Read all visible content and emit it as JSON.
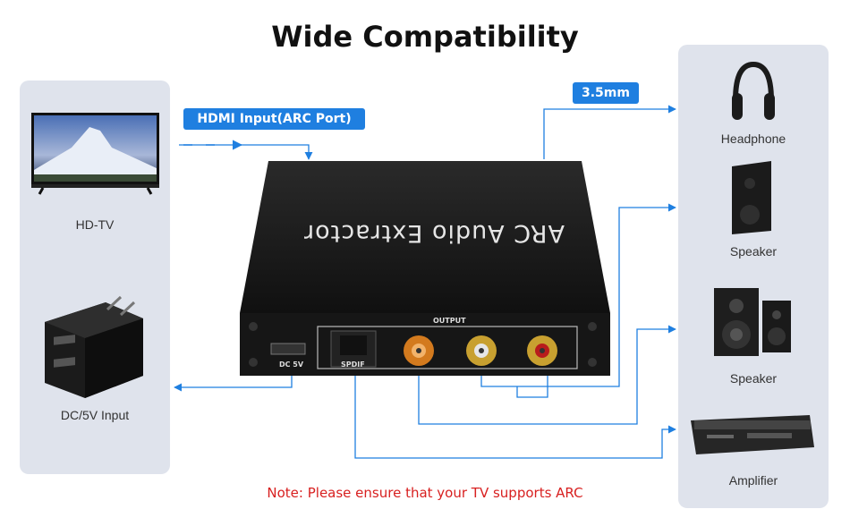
{
  "title": "Wide Compatibility",
  "left_devices": [
    {
      "name": "HD-TV"
    },
    {
      "name": "DC/5V Input"
    }
  ],
  "right_devices": [
    {
      "name": "Headphone"
    },
    {
      "name": "Speaker"
    },
    {
      "name": "Speaker"
    },
    {
      "name": "Amplifier"
    }
  ],
  "badges": {
    "hdmi": "HDMI Input(ARC Port)",
    "jack": "3.5mm"
  },
  "device": {
    "label": "ARC Audio Extractor",
    "output_label": "OUTPUT",
    "dc_label": "DC 5V",
    "spdif_label": "SPDIF"
  },
  "note": "Note: Please ensure that your TV supports ARC",
  "colors": {
    "accent": "#1f7fe0",
    "note": "#d82020",
    "panel": "#dfe3ec"
  }
}
